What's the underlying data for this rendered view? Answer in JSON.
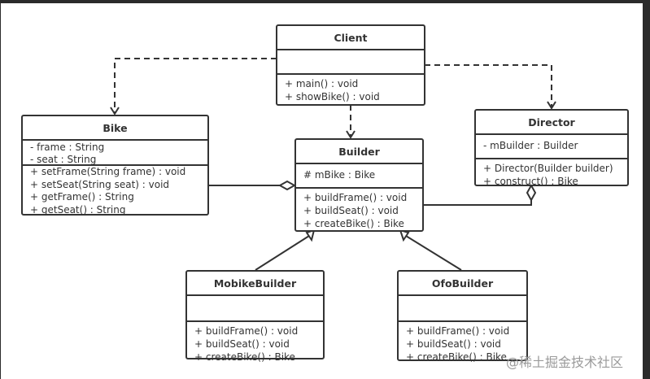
{
  "classes": {
    "client": {
      "name": "Client",
      "attributes": [],
      "methods": [
        "+ main() : void",
        "+ showBike() : void"
      ]
    },
    "bike": {
      "name": "Bike",
      "attributes": [
        "- frame : String",
        "- seat : String"
      ],
      "methods": [
        "+ setFrame(String frame) : void",
        "+ setSeat(String seat) : void",
        "+ getFrame() : String",
        "+ getSeat() : String"
      ]
    },
    "builder": {
      "name": "Builder",
      "attributes": [
        "# mBike : Bike"
      ],
      "methods": [
        "+ buildFrame() : void",
        "+ buildSeat() : void",
        "+ createBike() : Bike"
      ]
    },
    "director": {
      "name": "Director",
      "attributes": [
        "- mBuilder : Builder"
      ],
      "methods": [
        "+ Director(Builder builder)",
        "+ construct() : Bike"
      ]
    },
    "mobike": {
      "name": "MobikeBuilder",
      "attributes": [],
      "methods": [
        "+ buildFrame() : void",
        "+ buildSeat() : void",
        "+ createBike() : Bike"
      ]
    },
    "ofo": {
      "name": "OfoBuilder",
      "attributes": [],
      "methods": [
        "+ buildFrame() : void",
        "+ buildSeat() : void",
        "+ createBike() : Bike"
      ]
    }
  },
  "relations": [
    {
      "from": "Client",
      "to": "Bike",
      "type": "dependency"
    },
    {
      "from": "Client",
      "to": "Builder",
      "type": "dependency"
    },
    {
      "from": "Client",
      "to": "Director",
      "type": "dependency"
    },
    {
      "from": "Bike",
      "to": "Builder",
      "type": "aggregation"
    },
    {
      "from": "Builder",
      "to": "Director",
      "type": "aggregation"
    },
    {
      "from": "MobikeBuilder",
      "to": "Builder",
      "type": "generalization"
    },
    {
      "from": "OfoBuilder",
      "to": "Builder",
      "type": "generalization"
    }
  ],
  "watermark": "@稀土掘金技术社区"
}
